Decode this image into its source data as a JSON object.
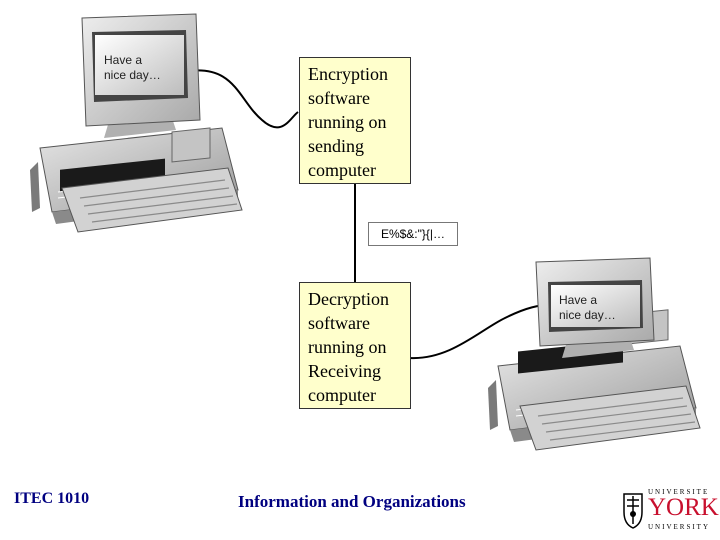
{
  "sender": {
    "screen_text": "Have a\nnice day…"
  },
  "encryption_box": {
    "text": "Encryption\nsoftware\nrunning on\nsending\ncomputer"
  },
  "ciphertext": {
    "text": "E%$&:\"}{|…"
  },
  "decryption_box": {
    "text": "Decryption\nsoftware\nrunning on\nReceiving\ncomputer"
  },
  "receiver": {
    "screen_text": "Have a\nnice day…"
  },
  "footer": {
    "course": "ITEC 1010",
    "title": "Information and Organizations",
    "logo": {
      "top_text": "UNIVERSITE",
      "name": "YORK",
      "bottom_text": "UNIVERSITY"
    }
  },
  "colors": {
    "box_fill": "#ffffcc",
    "footer_text": "#000080",
    "logo_red": "#c8102e"
  }
}
